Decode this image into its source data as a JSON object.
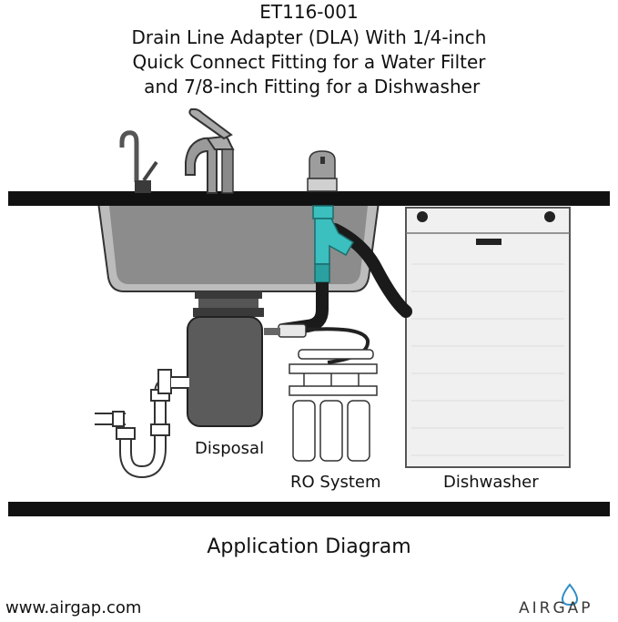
{
  "header": {
    "lines": [
      "ET116-001",
      "Drain Line Adapter (DLA) With 1/4-inch",
      "Quick Connect Fitting for a Water Filter",
      " and 7/8-inch Fitting for a Dishwasher"
    ]
  },
  "labels": {
    "disposal": "Disposal",
    "ro_system": "RO System",
    "dishwasher": "Dishwasher"
  },
  "caption": "Application Diagram",
  "footer": {
    "url": "www.airgap.com",
    "logo_text": "AIRGAP"
  },
  "colors": {
    "counter": "#111111",
    "sink": "#8c8c8c",
    "disposal": "#5b5b5b",
    "adapter": "#3bbfbf",
    "hose": "#1a1a1a",
    "logo_drop": "#2f8fc7"
  },
  "icons": [
    "faucet-icon",
    "water-filter-faucet-icon",
    "air-gap-icon",
    "logo-water-drop-icon"
  ]
}
